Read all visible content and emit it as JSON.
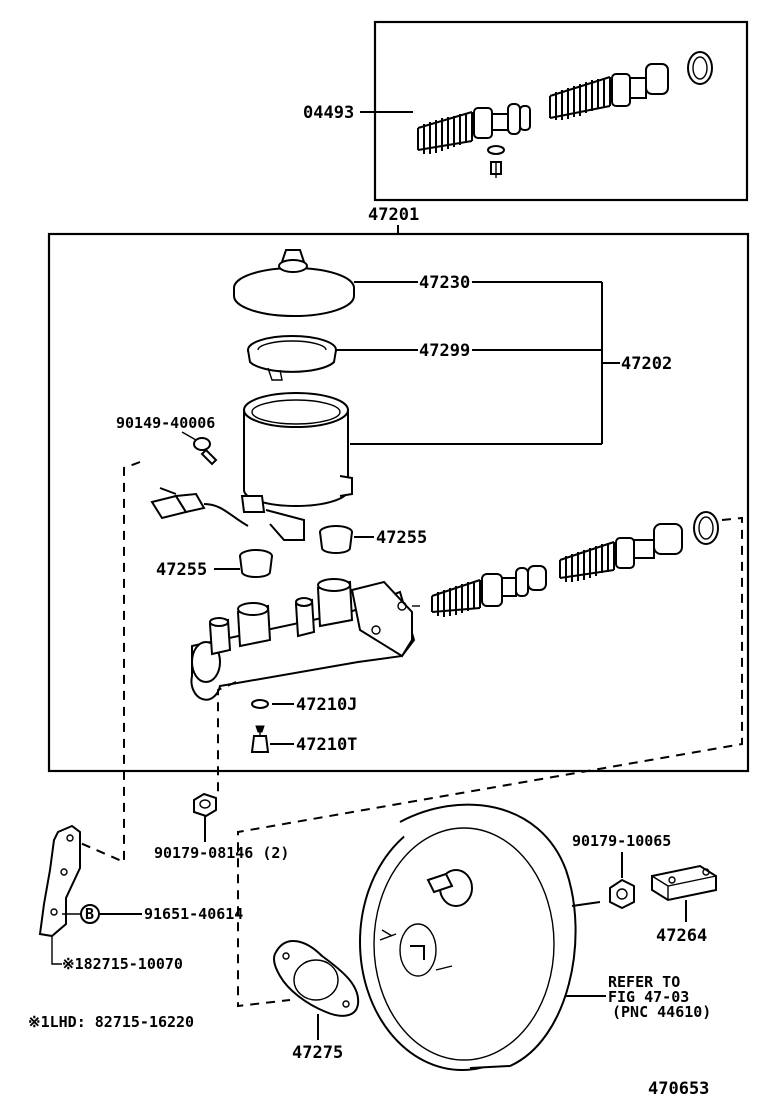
{
  "diagram": {
    "figure_number": "470653",
    "lhd_note": "※1LHD: 82715-16220",
    "refer_note": {
      "line1": "REFER TO",
      "line2": "FIG 47-03",
      "line3": "(PNC 44610)"
    },
    "callouts": {
      "p04493": "04493",
      "p47201": "47201",
      "p47230": "47230",
      "p47299": "47299",
      "p47202": "47202",
      "p90149": "90149-40006",
      "p47255a": "47255",
      "p47255b": "47255",
      "p47210j": "47210J",
      "p47210t": "47210T",
      "p90179a": "90179-08146 (2)",
      "p90179b": "90179-10065",
      "p47264": "47264",
      "p91651": "91651-40614",
      "p182715": "※182715-10070",
      "p47275": "47275",
      "b_marker": "B"
    },
    "icons": [
      "master-cylinder-icon",
      "reservoir-icon",
      "brake-booster-icon",
      "bracket-icon",
      "clevis-icon"
    ]
  }
}
